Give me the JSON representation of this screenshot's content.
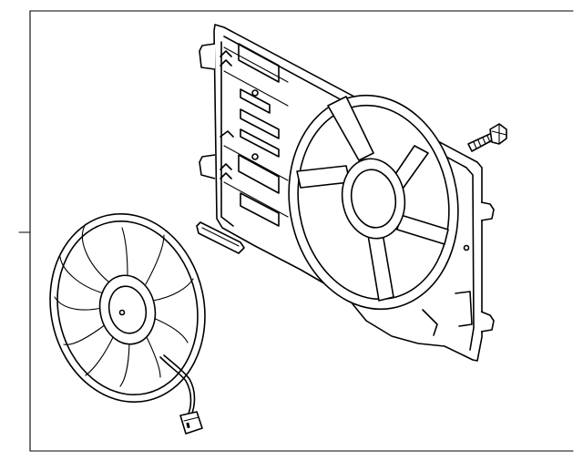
{
  "diagram": {
    "parts": [
      {
        "id": "fan-shroud",
        "icon": "shroud-frame-icon"
      },
      {
        "id": "fan-blade-motor",
        "icon": "fan-assembly-icon"
      },
      {
        "id": "mounting-bolt",
        "icon": "bolt-icon"
      },
      {
        "id": "foam-seal",
        "icon": "seal-strip-icon"
      }
    ],
    "colors": {
      "line": "#000000",
      "background": "#ffffff"
    }
  }
}
